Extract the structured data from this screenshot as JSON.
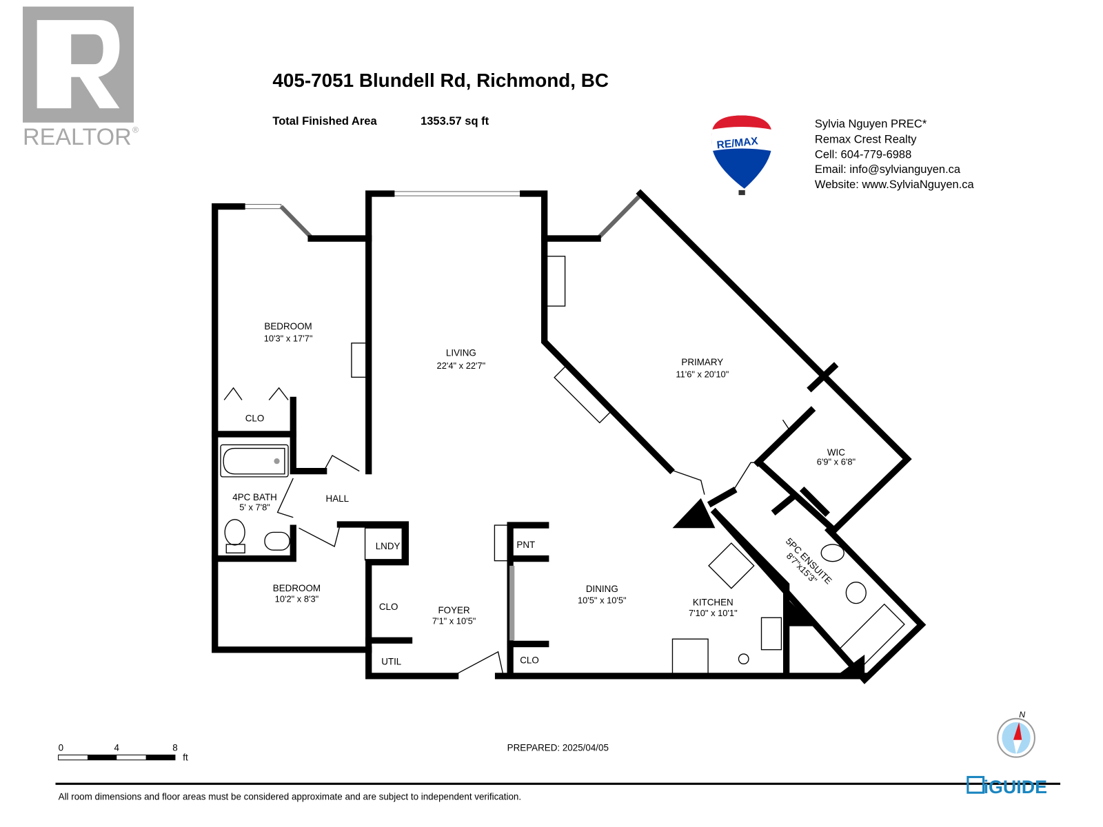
{
  "header": {
    "address": "405-7051 Blundell Rd, Richmond, BC",
    "area_label": "Total Finished Area",
    "area_value": "1353.57 sq ft"
  },
  "realtor_logo": {
    "text": "REALTOR®"
  },
  "remax_logo": {
    "text": "RE/MAX",
    "colors": {
      "red": "#dc1c2e",
      "blue": "#003da5"
    }
  },
  "agent": {
    "name": "Sylvia Nguyen PREC*",
    "brokerage": "Remax Crest Realty",
    "cell": "Cell: 604-779-6988",
    "email": "Email: info@sylvianguyen.ca",
    "website": "Website: www.SylviaNguyen.ca"
  },
  "rooms": [
    {
      "name": "BEDROOM",
      "dims": "10'3\" x 17'7\""
    },
    {
      "name": "LIVING",
      "dims": "22'4\" x 22'7\""
    },
    {
      "name": "PRIMARY",
      "dims": "11'6\" x 20'10\""
    },
    {
      "name": "WIC",
      "dims": "6'9\" x 6'8\""
    },
    {
      "name": "CLO"
    },
    {
      "name": "4PC BATH",
      "dims": "5' x 7'8\""
    },
    {
      "name": "HALL"
    },
    {
      "name": "LNDY"
    },
    {
      "name": "PNT"
    },
    {
      "name": "5PC ENSUITE",
      "dims": "8'7\"x15'3\""
    },
    {
      "name": "BEDROOM",
      "dims": "10'2\" x 8'3\""
    },
    {
      "name": "CLO"
    },
    {
      "name": "FOYER",
      "dims": "7'1\" x 10'5\""
    },
    {
      "name": "DINING",
      "dims": "10'5\" x 10'5\""
    },
    {
      "name": "KITCHEN",
      "dims": "7'10\" x 10'1\""
    },
    {
      "name": "UTIL"
    },
    {
      "name": "CLO"
    }
  ],
  "scale_bar": {
    "ticks": [
      "0",
      "4",
      "8"
    ],
    "unit": "ft"
  },
  "prepared": "PREPARED: 2025/04/05",
  "compass": {
    "north": "N"
  },
  "disclaimer": "All room dimensions and floor areas must be considered approximate and are subject to independent verification.",
  "iguide_logo": {
    "text": "iGUIDE",
    "color": "#1b86c0"
  }
}
